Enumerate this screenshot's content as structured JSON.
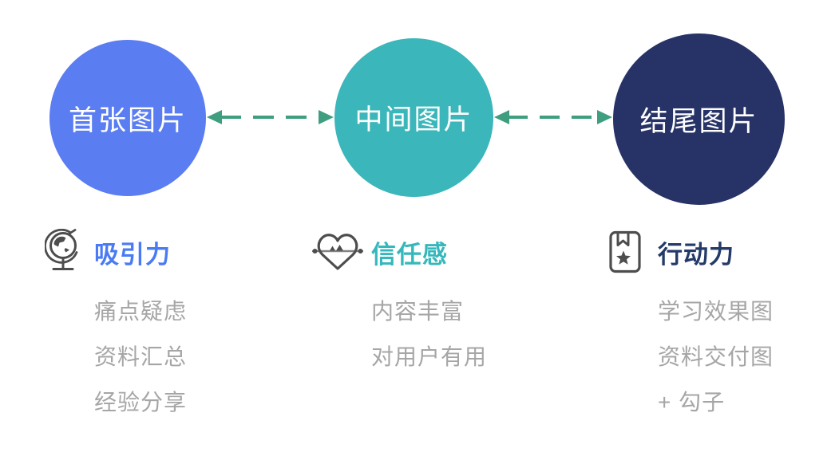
{
  "figure": {
    "background": "#ffffff",
    "arrow_color": "#3f9d80",
    "icon_color": "#4d4d4d",
    "item_text_color": "#a6a6a6",
    "columns": [
      {
        "circle_label": "首张图片",
        "circle_color": "#5b7df2",
        "icon": "globe-icon",
        "heading": "吸引力",
        "heading_color": "#4a7bf5",
        "items": [
          "痛点疑虑",
          "资料汇总",
          "经验分享"
        ]
      },
      {
        "circle_label": "中间图片",
        "circle_color": "#3bb6ba",
        "icon": "heart-icon",
        "heading": "信任感",
        "heading_color": "#35b8bc",
        "items": [
          "内容丰富",
          "对用户有用"
        ]
      },
      {
        "circle_label": "结尾图片",
        "circle_color": "#273367",
        "icon": "book-icon",
        "heading": "行动力",
        "heading_color": "#243a69",
        "items": [
          "学习效果图",
          "资料交付图",
          "+ 勾子"
        ]
      }
    ]
  }
}
